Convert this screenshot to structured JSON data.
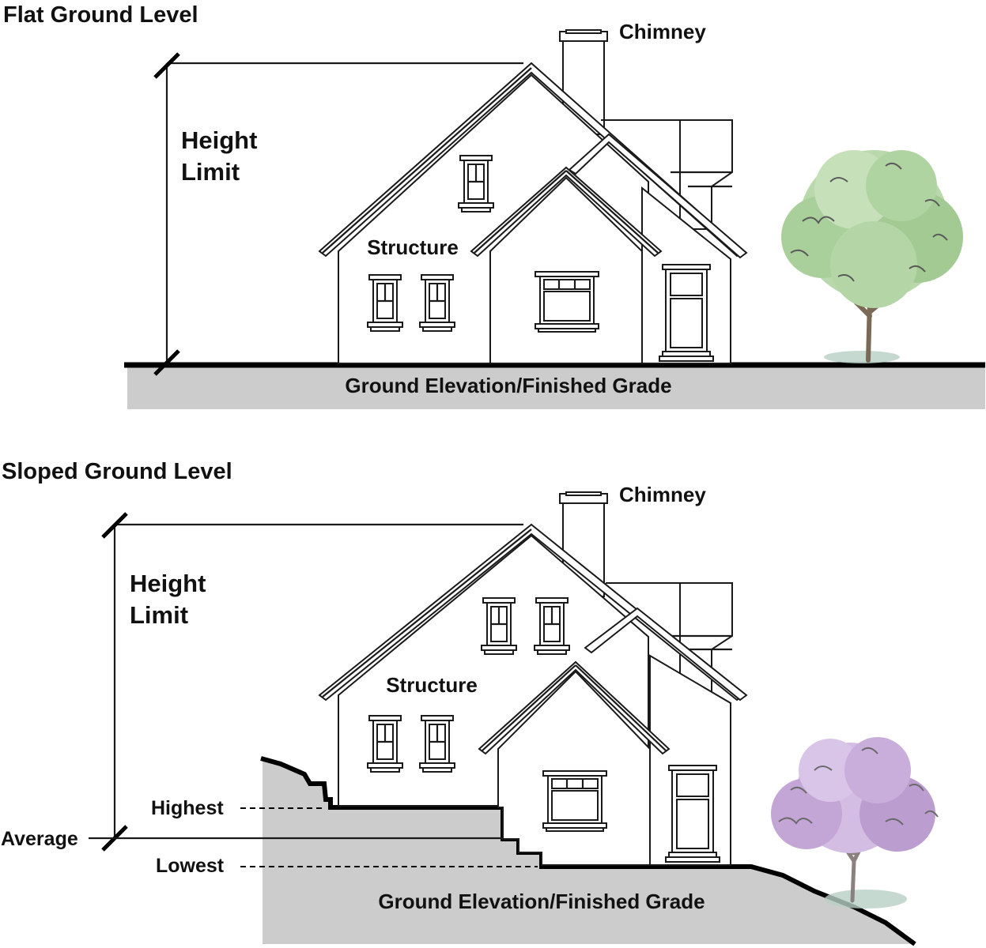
{
  "panels": [
    {
      "title": "Flat Ground Level",
      "chimney": "Chimney",
      "height_limit": [
        "Height",
        "Limit"
      ],
      "structure": "Structure",
      "ground": "Ground Elevation/Finished Grade"
    },
    {
      "title": "Sloped Ground Level",
      "chimney": "Chimney",
      "height_limit": [
        "Height",
        "Limit"
      ],
      "structure": "Structure",
      "ground": "Ground Elevation/Finished Grade",
      "highest": "Highest",
      "average": "Average",
      "lowest": "Lowest"
    }
  ],
  "colors": {
    "ground_fill": "#cccccc",
    "line": "#000000",
    "tree_top_foliage": "#a9cf9a",
    "tree_bottom_foliage": "#c3a6d6"
  }
}
